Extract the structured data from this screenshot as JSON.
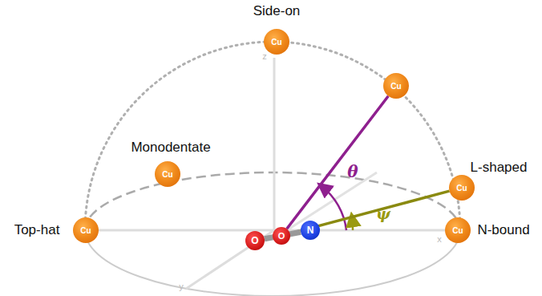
{
  "diagram": {
    "nodes": [
      {
        "text": [
          "Cu"
        ]
      },
      {
        "text": [
          "Cu"
        ]
      },
      {
        "text": [
          "Cu"
        ]
      },
      {
        "text": [
          "Cu"
        ]
      },
      {
        "text": [
          "Cu"
        ]
      },
      {
        "text": [
          "Cu"
        ]
      },
      {
        "text": [
          "O"
        ]
      },
      {
        "text": [
          "O"
        ]
      },
      {
        "text": [
          "N"
        ]
      }
    ],
    "edges": [
      {
        "from": 6,
        "to": 1,
        "arrow": "none"
      },
      {
        "from": 6,
        "to": 3,
        "arrow": "none"
      },
      {
        "from": 7,
        "to": 8,
        "arrow": "none"
      }
    ],
    "labels": [
      "Side-on",
      "Monodentate",
      "Top-hat",
      "L-shaped",
      "N-bound",
      "z",
      "x",
      "y",
      "θ",
      "ψ"
    ]
  }
}
